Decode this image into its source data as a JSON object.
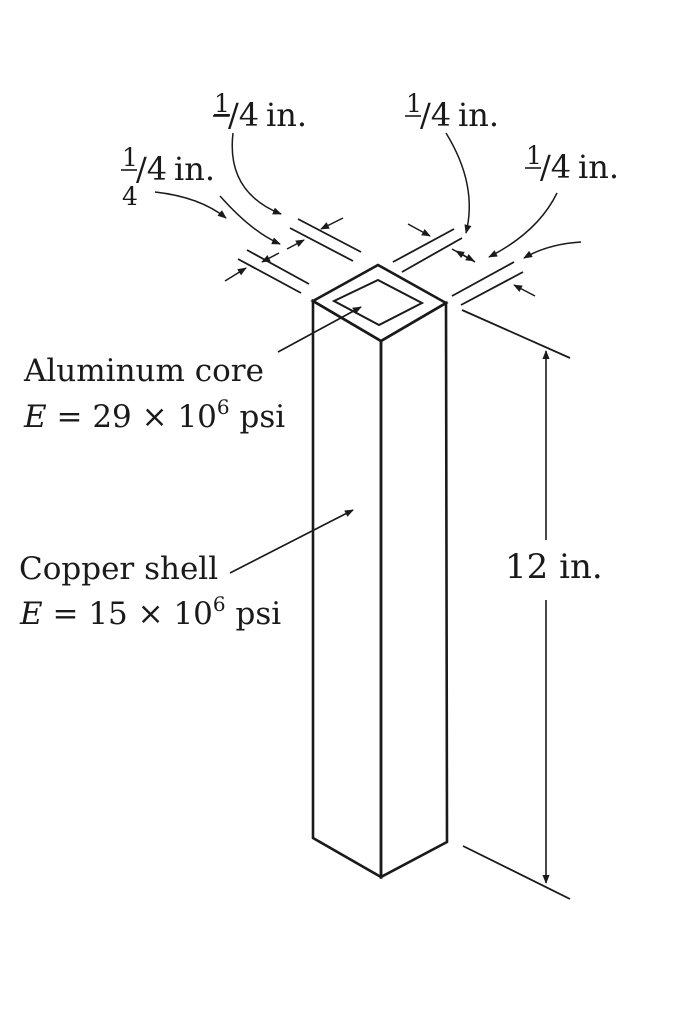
{
  "dimensions": {
    "top_left": {
      "numerator": "1",
      "denominator": "4",
      "unit": "in."
    },
    "top_center_left": {
      "numerator": "1",
      "denominator": "4",
      "unit": "in."
    },
    "top_center_right": {
      "numerator": "1",
      "denominator": "4",
      "unit": "in."
    },
    "top_right": {
      "numerator": "1",
      "denominator": "4",
      "unit": "in."
    },
    "height": "12 in."
  },
  "core": {
    "name": "Aluminum core",
    "modulus_symbol": "E",
    "modulus_equals": " = 29 × 10",
    "modulus_exp": "6",
    "modulus_unit": " psi"
  },
  "shell": {
    "name": "Copper shell",
    "modulus_symbol": "E",
    "modulus_equals": " = 15 × 10",
    "modulus_exp": "6",
    "modulus_unit": " psi"
  }
}
